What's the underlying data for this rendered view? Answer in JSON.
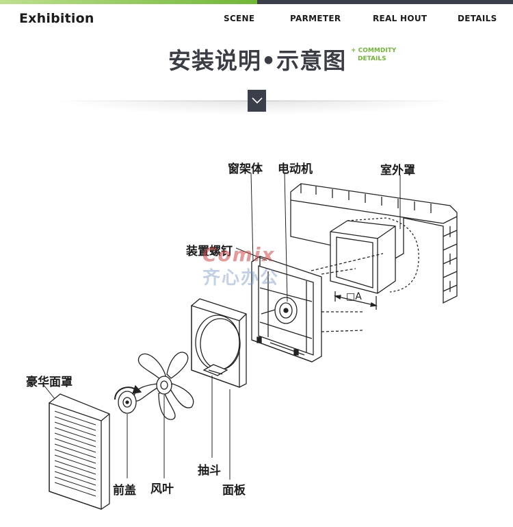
{
  "header": {
    "brand": "Exhibition",
    "nav": [
      "SCENE",
      "PARMETER",
      "REAL HOUT",
      "DETAILS"
    ],
    "accent_color": "#6fb636",
    "dark_color": "#3a3f4a"
  },
  "section": {
    "title": "安装说明•示意图",
    "subtitle_line1": "+ COMMDITY",
    "subtitle_line2": "DETAILS",
    "toggle_icon": "chevron-down-icon"
  },
  "diagram": {
    "labels": {
      "frame": "窗架体",
      "motor": "电动机",
      "outer_cover": "室外罩",
      "screws": "装置螺钉",
      "luxury_cover": "豪华面罩",
      "front_cap": "前盖",
      "fan_blade": "风叶",
      "drawer": "抽斗",
      "panel": "面板"
    },
    "dimension_label": "□A",
    "watermark_latin": "Comix",
    "watermark_cn": "齐心办公"
  }
}
